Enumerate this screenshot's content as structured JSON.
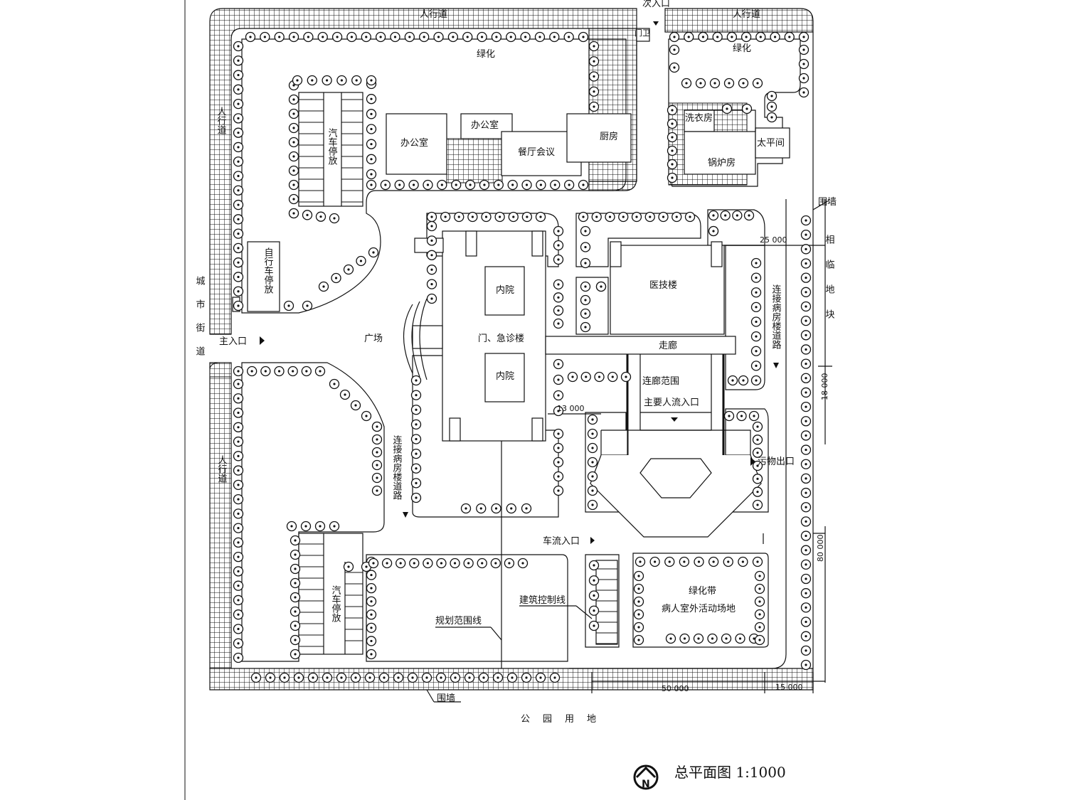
{
  "labels": {
    "secondary_entrance": "次入口",
    "sidewalk_top_left": "人行道",
    "sidewalk_top_right": "人行道",
    "guard": "门卫",
    "greenery_top": "绿化",
    "greenery_top_right": "绿化",
    "sidewalk_left_upper": "人行道",
    "sidewalk_left_lower": "人行道",
    "car_parking_upper": "汽车停放",
    "car_parking_lower": "汽车停放",
    "office_1": "办公室",
    "office_2": "办公室",
    "dining_meeting": "餐厅会议",
    "kitchen": "厨房",
    "laundry": "洗衣房",
    "boiler": "锅炉房",
    "morgue": "太平间",
    "bicycle_parking": "自行车停放",
    "city_street": "城市街道",
    "main_entrance": "主入口",
    "plaza": "广场",
    "outpatient": "门、急诊楼",
    "inner_courtyard_1": "内院",
    "inner_courtyard_2": "内院",
    "medical_tech": "医技楼",
    "corridor": "走廊",
    "corridor_range": "连廊范围",
    "main_pedestrian_entrance": "主要人流入口",
    "ward_road_left": "连接病房楼道路",
    "ward_road_right": "连接病房楼道路",
    "waste_exit": "污物出口",
    "vehicle_entrance": "车流入口",
    "green_belt": "绿化带",
    "patient_activity": "病人室外活动场地",
    "building_control_line": "建筑控制线",
    "planning_boundary": "规划范围线",
    "fence_right": "围墙",
    "fence_bottom": "围墙",
    "adjacent_plot": "相临地块",
    "park_land": "公园用地",
    "plan_title": "总平面图 1:1000",
    "north": "N"
  },
  "dimensions": {
    "d25000": "25 000",
    "d18000": "18 000",
    "d13000": "13 000",
    "d80000": "80 000",
    "d50000": "50 000",
    "d15000": "15 000"
  }
}
